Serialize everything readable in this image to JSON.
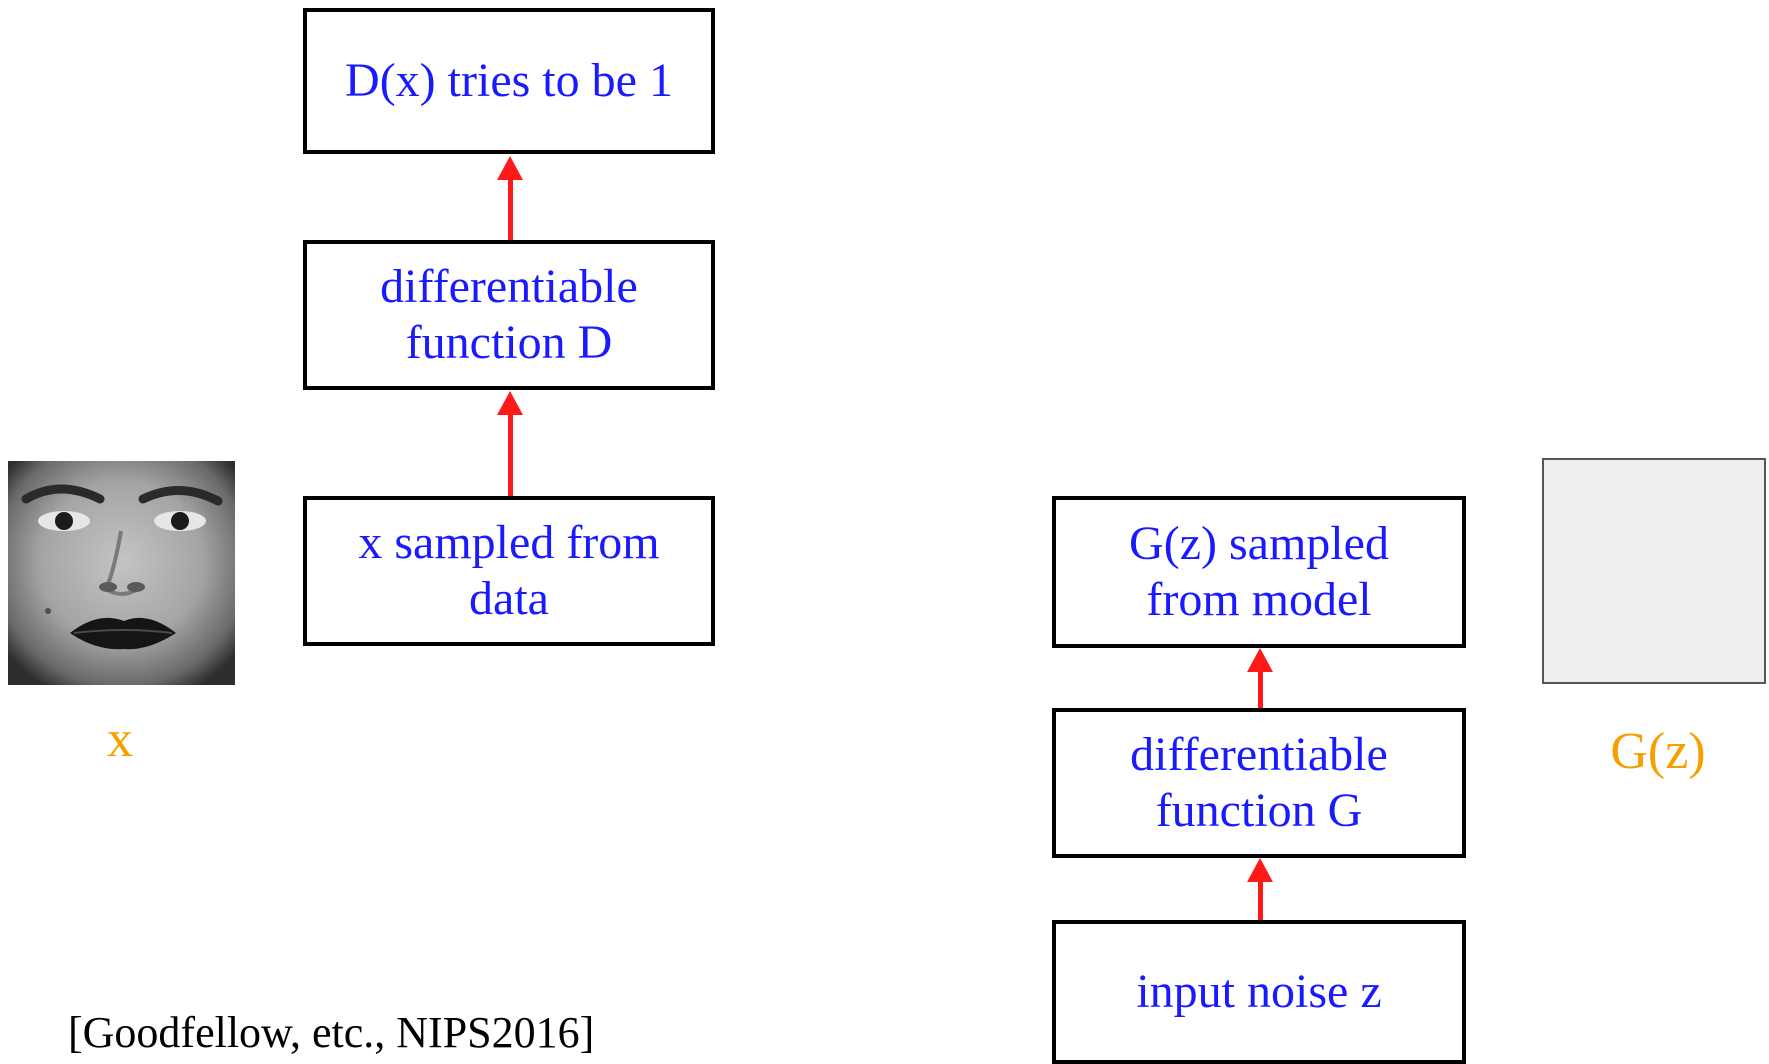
{
  "discriminator": {
    "output_label": "D(x) tries to be 1",
    "function_lines": [
      "differentiable",
      "function D"
    ],
    "input_lines": [
      "x sampled from",
      "data"
    ],
    "sample_label": "x"
  },
  "generator": {
    "output_lines": [
      "G(z) sampled",
      "from model"
    ],
    "function_lines": [
      "differentiable",
      "function G"
    ],
    "input_label": "input noise z",
    "sample_label": "G(z)"
  },
  "citation": "[Goodfellow, etc., NIPS2016]",
  "colors": {
    "box_text": "#1a1aff",
    "arrow": "#ff1a1a",
    "sample_label": "#f5a000",
    "border": "#000000"
  }
}
